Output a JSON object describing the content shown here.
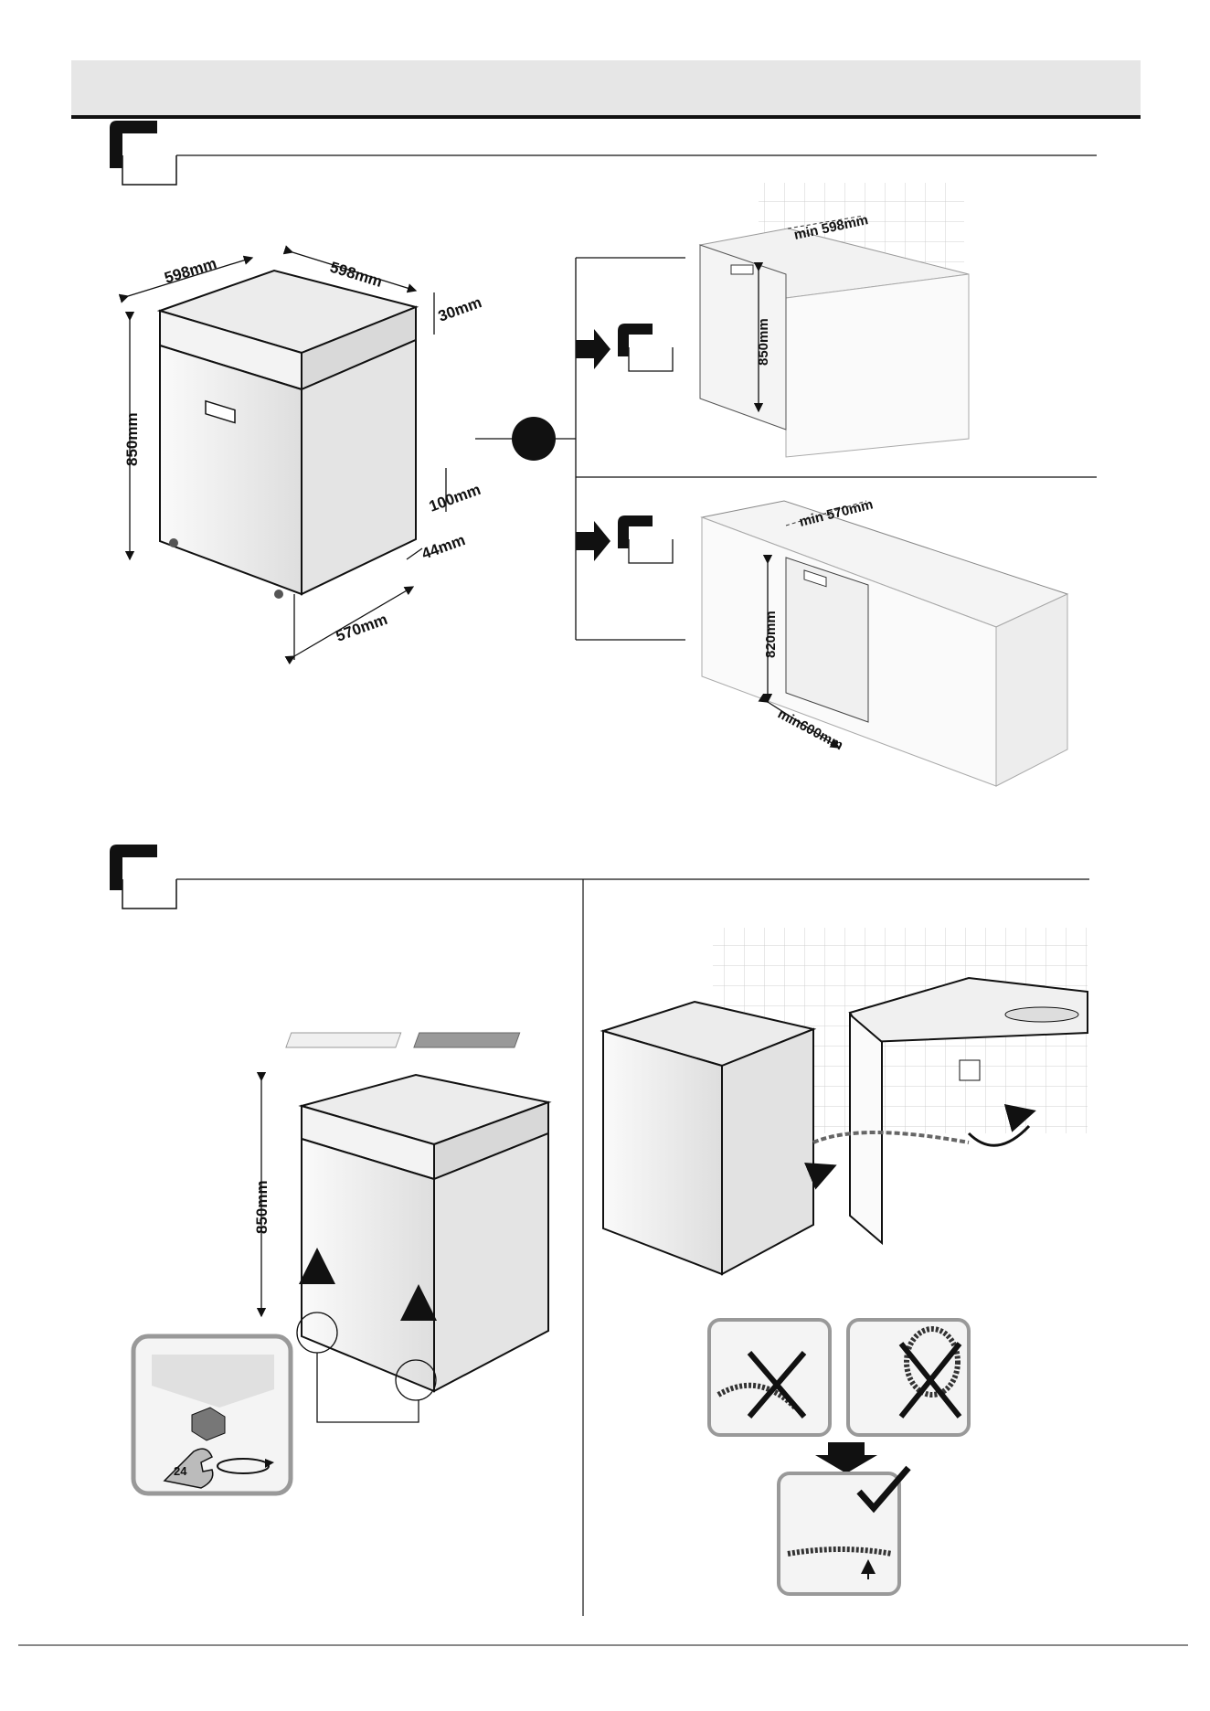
{
  "section1": {
    "freestanding": {
      "width_top": "598mm",
      "width_side": "598mm",
      "top_thickness": "30mm",
      "height": "850mm",
      "plinth_height": "100mm",
      "plinth_depth": "44mm",
      "depth": "570mm"
    },
    "option_a": {
      "min_width": "min 598mm",
      "height": "850mm"
    },
    "option_b": {
      "min_depth": "min 570mm",
      "height": "820mm",
      "min_width": "min600mm"
    }
  },
  "section2": {
    "leveling": {
      "height": "850mm",
      "wrench_size": "24"
    }
  },
  "icons": [
    "section-corner-icon",
    "arrow-right-icon",
    "wrench-icon",
    "rotate-arrows-icon",
    "cross-icon",
    "check-icon",
    "down-arrow-icon"
  ]
}
